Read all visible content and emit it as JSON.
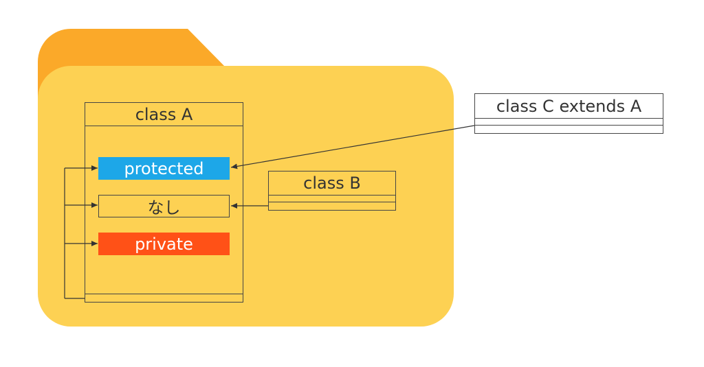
{
  "folder": {
    "tab_color": "#FBA929",
    "body_color": "#FDD153"
  },
  "class_a": {
    "title": "class A",
    "members": [
      {
        "label": "protected",
        "bg": "#1DA7E8",
        "fg": "#FFFFFF"
      },
      {
        "label": "なし",
        "bg": "#FDD153",
        "fg": "#333333"
      },
      {
        "label": "private",
        "bg": "#FF5117",
        "fg": "#FFFFFF"
      }
    ]
  },
  "class_b": {
    "title": "class B"
  },
  "class_c": {
    "title": "class C extends A"
  }
}
